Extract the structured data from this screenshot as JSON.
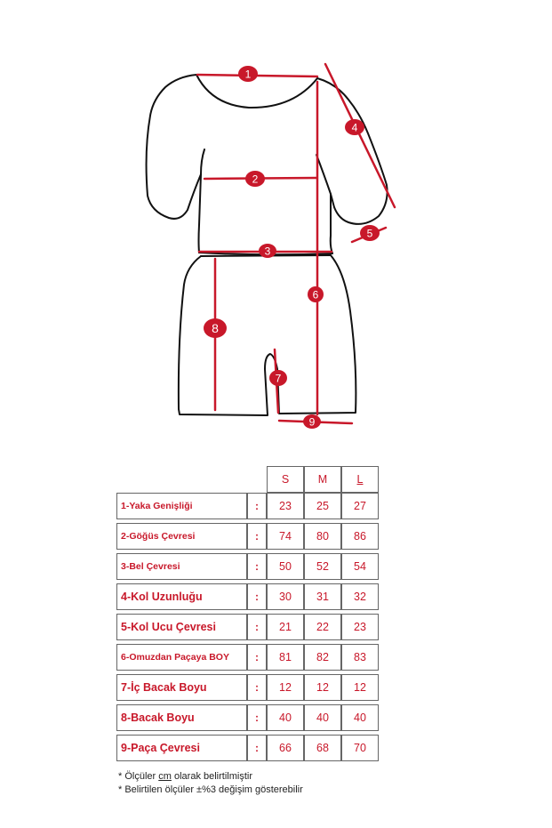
{
  "diagram": {
    "markers": [
      {
        "id": "1"
      },
      {
        "id": "2"
      },
      {
        "id": "3"
      },
      {
        "id": "4"
      },
      {
        "id": "5"
      },
      {
        "id": "6"
      },
      {
        "id": "7"
      },
      {
        "id": "8"
      },
      {
        "id": "9"
      }
    ],
    "colors": {
      "line": "#c8182a",
      "outline": "#111111"
    }
  },
  "table": {
    "headers": [
      "S",
      "M",
      "L"
    ],
    "rows": [
      {
        "label": "1-Yaka Genişliği",
        "colon": ":",
        "values": [
          "23",
          "25",
          "27"
        ]
      },
      {
        "label": "2-Göğüs Çevresi",
        "colon": ":",
        "values": [
          "74",
          "80",
          "86"
        ]
      },
      {
        "label": "3-Bel Çevresi",
        "colon": ":",
        "values": [
          "50",
          "52",
          "54"
        ]
      },
      {
        "label": "4-Kol Uzunluğu",
        "colon": ":",
        "values": [
          "30",
          "31",
          "32"
        ]
      },
      {
        "label": "5-Kol Ucu Çevresi",
        "colon": ":",
        "values": [
          "21",
          "22",
          "23"
        ]
      },
      {
        "label": "6-Omuzdan Paçaya BOY",
        "colon": ":",
        "values": [
          "81",
          "82",
          "83"
        ]
      },
      {
        "label": "7-İç Bacak Boyu",
        "colon": ":",
        "values": [
          "12",
          "12",
          "12"
        ]
      },
      {
        "label": "8-Bacak Boyu",
        "colon": ":",
        "values": [
          "40",
          "40",
          "40"
        ]
      },
      {
        "label": "9-Paça Çevresi",
        "colon": ":",
        "values": [
          "66",
          "68",
          "70"
        ]
      }
    ],
    "colors": {
      "text": "#c8182a",
      "border": "#666666"
    }
  },
  "notes": {
    "line1_pre": "* Ölçüler ",
    "line1_cm": "cm",
    "line1_post": " olarak belirtilmiştir",
    "line2": "* Belirtilen ölçüler ±%3 değişim gösterebilir"
  }
}
